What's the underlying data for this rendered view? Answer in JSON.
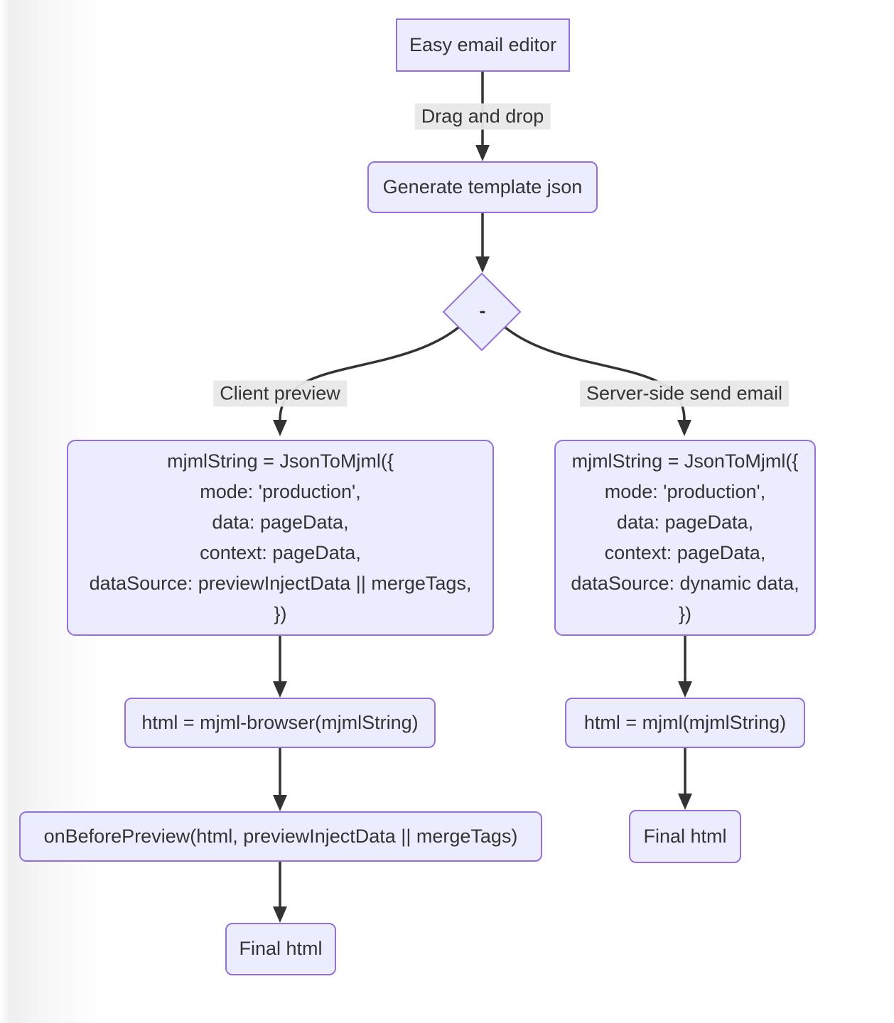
{
  "diagram": {
    "colors": {
      "node_fill": "#ECECFF",
      "node_border": "#9370DB",
      "edge_stroke": "#333333",
      "edge_label_bg": "#e8e8e8",
      "text": "#333333"
    },
    "nodes": {
      "easy_editor": {
        "label": "Easy email editor"
      },
      "generate_json": {
        "label": "Generate template json"
      },
      "decision": {
        "label": "-"
      },
      "client_code": {
        "lines": [
          "mjmlString = JsonToMjml({",
          "mode: 'production',",
          "data: pageData,",
          "context: pageData,",
          "dataSource: previewInjectData || mergeTags,",
          "})"
        ]
      },
      "server_code": {
        "lines": [
          "mjmlString = JsonToMjml({",
          "mode: 'production',",
          "data: pageData,",
          "context: pageData,",
          "dataSource: dynamic data,",
          "})"
        ]
      },
      "mjml_browser": {
        "label": "html = mjml-browser(mjmlString)"
      },
      "mjml_server": {
        "label": "html = mjml(mjmlString)"
      },
      "on_before_preview": {
        "label": "onBeforePreview(html, previewInjectData || mergeTags)"
      },
      "final_html_client": {
        "label": "Final html"
      },
      "final_html_server": {
        "label": "Final html"
      }
    },
    "edge_labels": {
      "drag_and_drop": "Drag and drop",
      "client_preview": "Client preview",
      "server_side_send": "Server-side send email"
    }
  }
}
